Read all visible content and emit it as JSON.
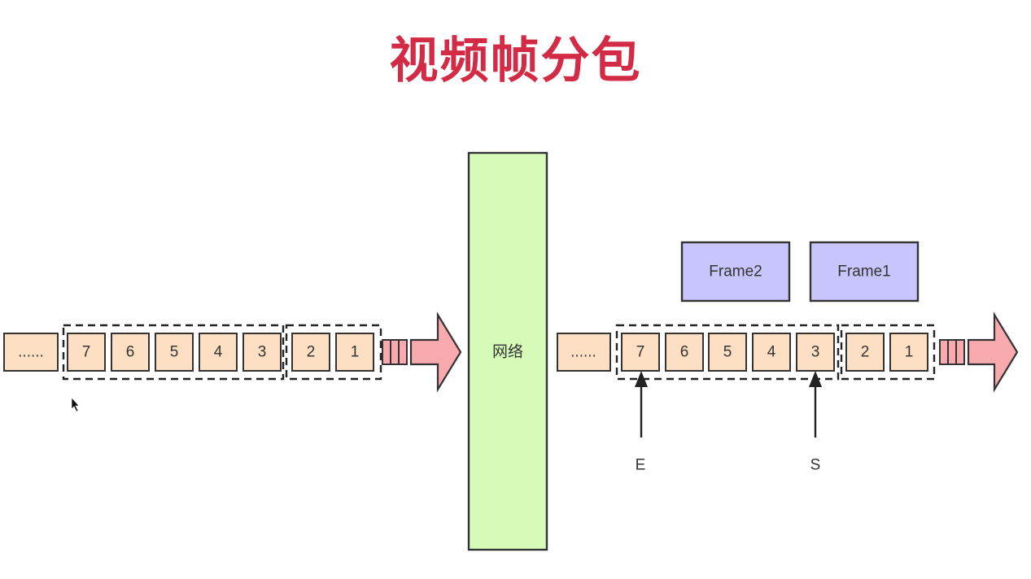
{
  "title": "视频帧分包",
  "network_label": "网络",
  "ellipsis": "......",
  "left_packets": [
    "7",
    "6",
    "5",
    "4",
    "3",
    "2",
    "1"
  ],
  "right_packets": [
    "7",
    "6",
    "5",
    "4",
    "3",
    "2",
    "1"
  ],
  "frames": [
    "Frame2",
    "Frame1"
  ],
  "markers": {
    "end": "E",
    "start": "S"
  },
  "colors": {
    "title": "#d32a45",
    "packet_fill": "#fde0c4",
    "network_fill": "#d6fab8",
    "frame_fill": "#c7c5fb",
    "arrow_fill": "#f9aaae"
  }
}
